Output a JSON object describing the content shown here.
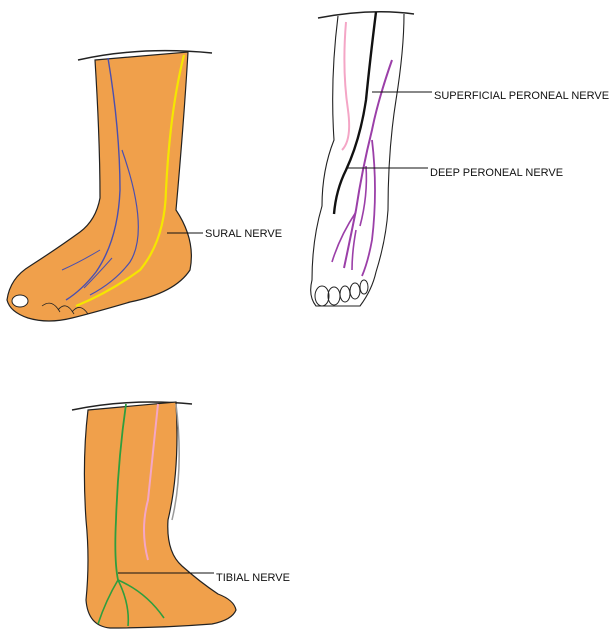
{
  "labels": {
    "sural": "SURAL NERVE",
    "superficial_peroneal": "SUPERFICIAL PERONEAL NERVE",
    "deep_peroneal": "DEEP PERONEAL NERVE",
    "tibial": "TIBIAL NERVE"
  },
  "colors": {
    "skin": "#F0A04B",
    "outline": "#222222",
    "sural": "#F5E600",
    "saphenous": "#4A4FB0",
    "superficial_peroneal": "#9B3FA8",
    "deep_peroneal": "#111111",
    "pink_nerve": "#F4A6C6",
    "tibial": "#2E9E3E"
  }
}
